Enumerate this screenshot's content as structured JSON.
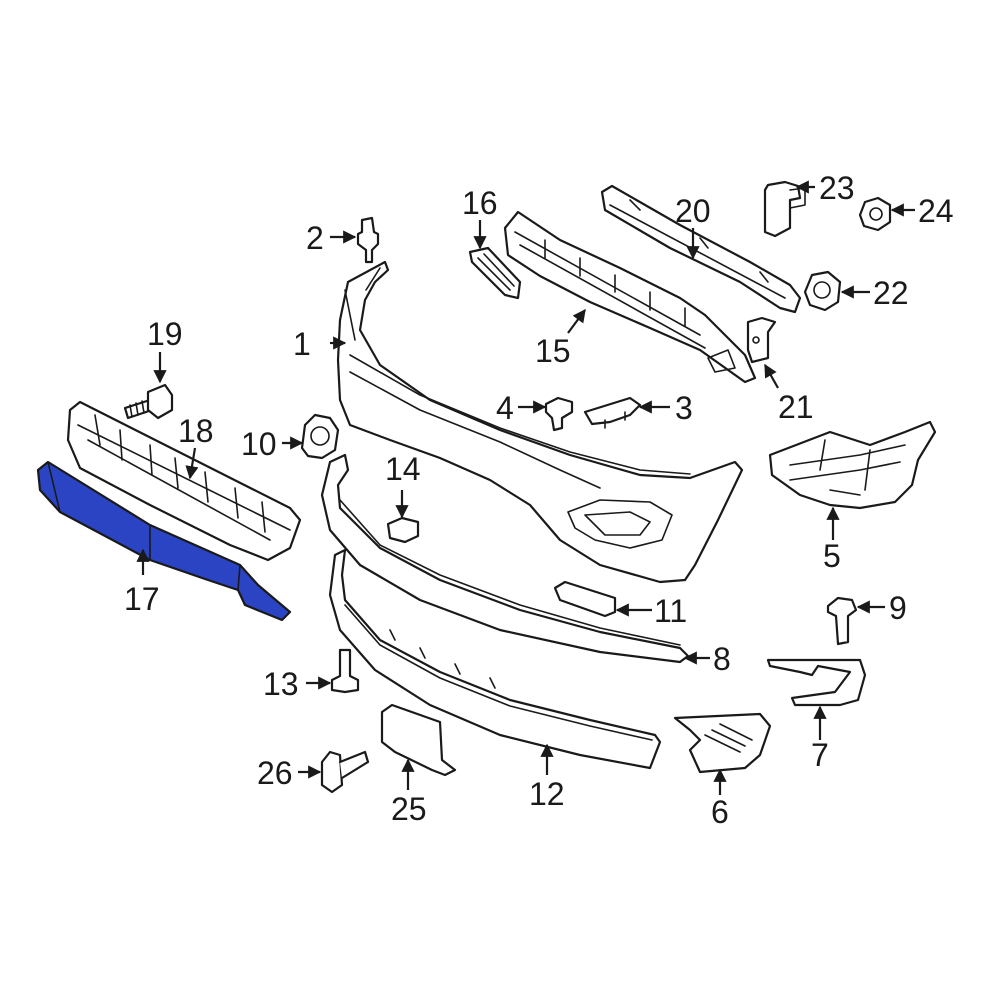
{
  "colors": {
    "line": "#1a1a1a",
    "highlight_fill": "#2a44c4",
    "background": "#ffffff"
  },
  "highlighted_part": "17",
  "callouts": {
    "c1": "1",
    "c2": "2",
    "c3": "3",
    "c4": "4",
    "c5": "5",
    "c6": "6",
    "c7": "7",
    "c8": "8",
    "c9": "9",
    "c10": "10",
    "c11": "11",
    "c12": "12",
    "c13": "13",
    "c14": "14",
    "c15": "15",
    "c16": "16",
    "c17": "17",
    "c18": "18",
    "c19": "19",
    "c20": "20",
    "c21": "21",
    "c22": "22",
    "c23": "23",
    "c24": "24",
    "c25": "25",
    "c26": "26"
  }
}
